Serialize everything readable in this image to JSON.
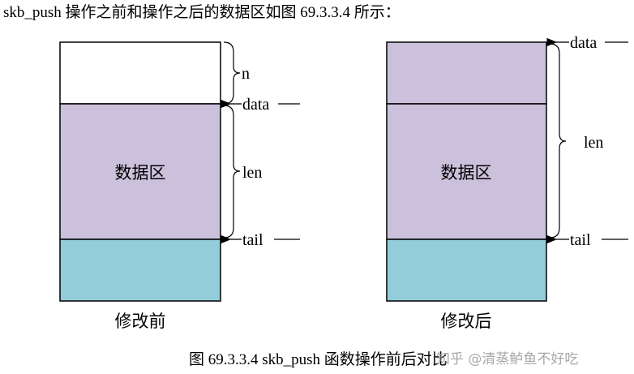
{
  "intro": "skb_push 操作之前和操作之后的数据区如图 69.3.3.4 所示：",
  "left": {
    "label_n": "n",
    "label_data": "data",
    "label_len": "len",
    "label_tail": "tail",
    "region": "数据区",
    "caption": "修改前"
  },
  "right": {
    "label_data": "data",
    "label_len": "len",
    "label_tail": "tail",
    "region": "数据区",
    "caption": "修改后"
  },
  "figure_caption": "图 69.3.3.4 skb_push 函数操作前后对比",
  "watermark": "知乎 @清蒸鲈鱼不好吃",
  "colors": {
    "data_area": "#cbc1dc",
    "tail_area": "#93cdda"
  }
}
